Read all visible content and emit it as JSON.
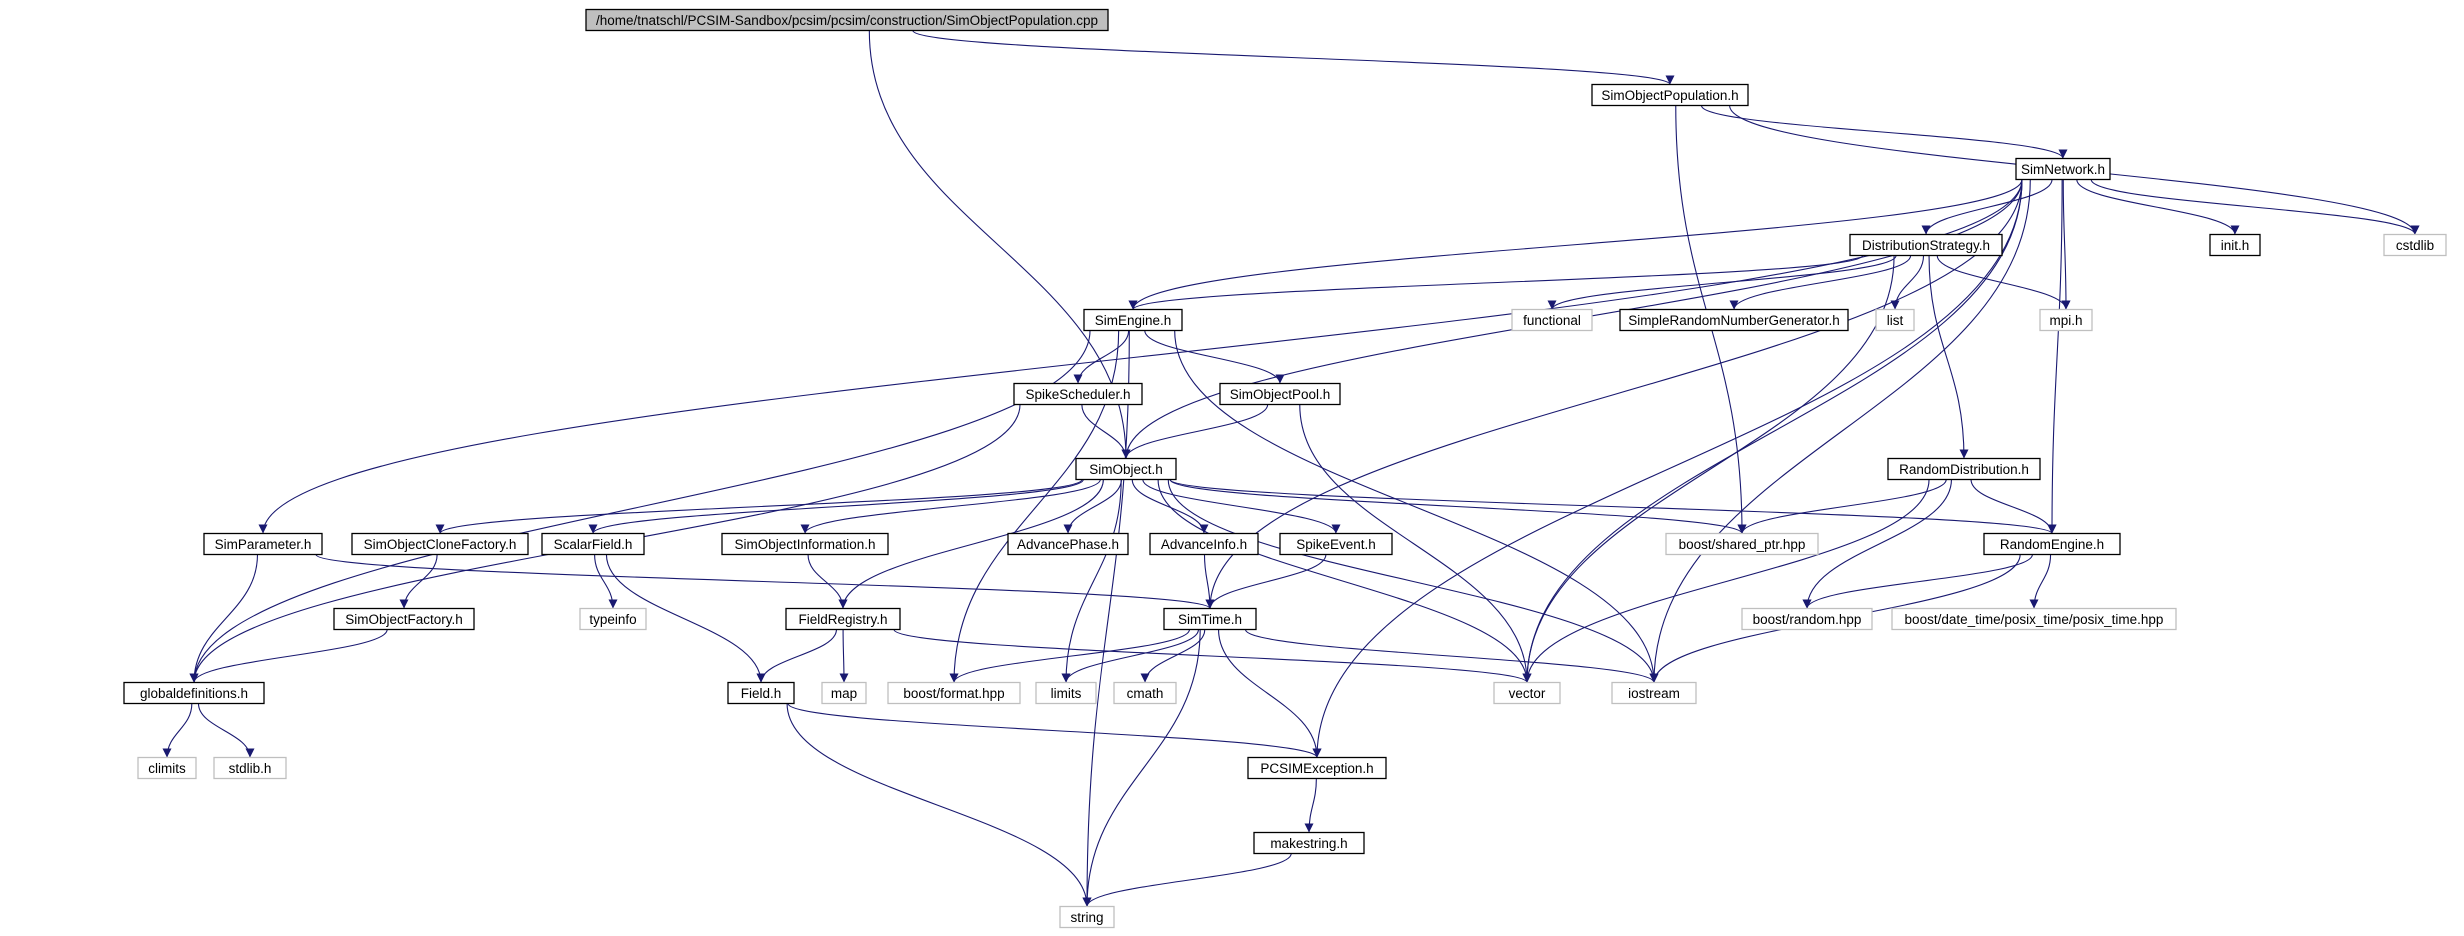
{
  "graph": {
    "colors": {
      "edge": "#191970",
      "root_fill": "#bfbfbf",
      "project_border": "#000000",
      "system_border": "#bfbfbf"
    },
    "nodes": [
      {
        "id": "root",
        "label": "/home/tnatschl/PCSIM-Sandbox/pcsim/pcsim/construction/SimObjectPopulation.cpp",
        "kind": "root"
      },
      {
        "id": "SimObjectPopulation_h",
        "label": "SimObjectPopulation.h",
        "kind": "project"
      },
      {
        "id": "SimNetwork_h",
        "label": "SimNetwork.h",
        "kind": "project"
      },
      {
        "id": "cstdlib",
        "label": "cstdlib",
        "kind": "system"
      },
      {
        "id": "init_h",
        "label": "init.h",
        "kind": "project"
      },
      {
        "id": "DistributionStrategy_h",
        "label": "DistributionStrategy.h",
        "kind": "project"
      },
      {
        "id": "SimEngine_h",
        "label": "SimEngine.h",
        "kind": "project"
      },
      {
        "id": "functional",
        "label": "functional",
        "kind": "system"
      },
      {
        "id": "SimpleRandomNumberGenerator_h",
        "label": "SimpleRandomNumberGenerator.h",
        "kind": "project"
      },
      {
        "id": "list",
        "label": "list",
        "kind": "system"
      },
      {
        "id": "mpi_h",
        "label": "mpi.h",
        "kind": "system"
      },
      {
        "id": "SpikeScheduler_h",
        "label": "SpikeScheduler.h",
        "kind": "project"
      },
      {
        "id": "SimObjectPool_h",
        "label": "SimObjectPool.h",
        "kind": "project"
      },
      {
        "id": "SimObject_h",
        "label": "SimObject.h",
        "kind": "project"
      },
      {
        "id": "RandomDistribution_h",
        "label": "RandomDistribution.h",
        "kind": "project"
      },
      {
        "id": "SimParameter_h",
        "label": "SimParameter.h",
        "kind": "project"
      },
      {
        "id": "SimObjectCloneFactory_h",
        "label": "SimObjectCloneFactory.h",
        "kind": "project"
      },
      {
        "id": "ScalarField_h",
        "label": "ScalarField.h",
        "kind": "project"
      },
      {
        "id": "SimObjectInformation_h",
        "label": "SimObjectInformation.h",
        "kind": "project"
      },
      {
        "id": "AdvancePhase_h",
        "label": "AdvancePhase.h",
        "kind": "project"
      },
      {
        "id": "AdvanceInfo_h",
        "label": "AdvanceInfo.h",
        "kind": "project"
      },
      {
        "id": "SpikeEvent_h",
        "label": "SpikeEvent.h",
        "kind": "project"
      },
      {
        "id": "boost_shared_ptr_hpp",
        "label": "boost/shared_ptr.hpp",
        "kind": "system"
      },
      {
        "id": "RandomEngine_h",
        "label": "RandomEngine.h",
        "kind": "project"
      },
      {
        "id": "SimObjectFactory_h",
        "label": "SimObjectFactory.h",
        "kind": "project"
      },
      {
        "id": "typeinfo",
        "label": "typeinfo",
        "kind": "system"
      },
      {
        "id": "FieldRegistry_h",
        "label": "FieldRegistry.h",
        "kind": "project"
      },
      {
        "id": "SimTime_h",
        "label": "SimTime.h",
        "kind": "project"
      },
      {
        "id": "boost_random_hpp",
        "label": "boost/random.hpp",
        "kind": "system"
      },
      {
        "id": "boost_posix_time_hpp",
        "label": "boost/date_time/posix_time/posix_time.hpp",
        "kind": "system"
      },
      {
        "id": "globaldefinitions_h",
        "label": "globaldefinitions.h",
        "kind": "project"
      },
      {
        "id": "Field_h",
        "label": "Field.h",
        "kind": "project"
      },
      {
        "id": "map",
        "label": "map",
        "kind": "system"
      },
      {
        "id": "boost_format_hpp",
        "label": "boost/format.hpp",
        "kind": "system"
      },
      {
        "id": "limits",
        "label": "limits",
        "kind": "system"
      },
      {
        "id": "cmath",
        "label": "cmath",
        "kind": "system"
      },
      {
        "id": "vector",
        "label": "vector",
        "kind": "system"
      },
      {
        "id": "iostream",
        "label": "iostream",
        "kind": "system"
      },
      {
        "id": "climits",
        "label": "climits",
        "kind": "system"
      },
      {
        "id": "stdlib_h",
        "label": "stdlib.h",
        "kind": "system"
      },
      {
        "id": "PCSIMException_h",
        "label": "PCSIMException.h",
        "kind": "project"
      },
      {
        "id": "makestring_h",
        "label": "makestring.h",
        "kind": "project"
      },
      {
        "id": "string",
        "label": "string",
        "kind": "system"
      }
    ],
    "edges": [
      [
        "root",
        "SimObjectPopulation_h"
      ],
      [
        "root",
        "SimObject_h"
      ],
      [
        "SimObjectPopulation_h",
        "SimNetwork_h"
      ],
      [
        "SimObjectPopulation_h",
        "cstdlib"
      ],
      [
        "SimObjectPopulation_h",
        "boost_shared_ptr_hpp"
      ],
      [
        "SimNetwork_h",
        "cstdlib"
      ],
      [
        "SimNetwork_h",
        "init_h"
      ],
      [
        "SimNetwork_h",
        "DistributionStrategy_h"
      ],
      [
        "SimNetwork_h",
        "SimEngine_h"
      ],
      [
        "SimNetwork_h",
        "mpi_h"
      ],
      [
        "SimNetwork_h",
        "SimObject_h"
      ],
      [
        "SimNetwork_h",
        "SimParameter_h"
      ],
      [
        "SimNetwork_h",
        "SimTime_h"
      ],
      [
        "SimNetwork_h",
        "RandomEngine_h"
      ],
      [
        "SimNetwork_h",
        "vector"
      ],
      [
        "SimNetwork_h",
        "iostream"
      ],
      [
        "SimNetwork_h",
        "PCSIMException_h"
      ],
      [
        "DistributionStrategy_h",
        "SimEngine_h"
      ],
      [
        "DistributionStrategy_h",
        "functional"
      ],
      [
        "DistributionStrategy_h",
        "SimpleRandomNumberGenerator_h"
      ],
      [
        "DistributionStrategy_h",
        "list"
      ],
      [
        "DistributionStrategy_h",
        "mpi_h"
      ],
      [
        "DistributionStrategy_h",
        "RandomDistribution_h"
      ],
      [
        "DistributionStrategy_h",
        "vector"
      ],
      [
        "SimEngine_h",
        "SpikeScheduler_h"
      ],
      [
        "SimEngine_h",
        "SimObjectPool_h"
      ],
      [
        "SimEngine_h",
        "globaldefinitions_h"
      ],
      [
        "SimEngine_h",
        "boost_format_hpp"
      ],
      [
        "SimEngine_h",
        "iostream"
      ],
      [
        "SimEngine_h",
        "string"
      ],
      [
        "SpikeScheduler_h",
        "SimObject_h"
      ],
      [
        "SpikeScheduler_h",
        "globaldefinitions_h"
      ],
      [
        "SimObjectPool_h",
        "SimObject_h"
      ],
      [
        "SimObjectPool_h",
        "vector"
      ],
      [
        "SimObject_h",
        "SimObjectCloneFactory_h"
      ],
      [
        "SimObject_h",
        "ScalarField_h"
      ],
      [
        "SimObject_h",
        "SimObjectInformation_h"
      ],
      [
        "SimObject_h",
        "AdvancePhase_h"
      ],
      [
        "SimObject_h",
        "AdvanceInfo_h"
      ],
      [
        "SimObject_h",
        "SpikeEvent_h"
      ],
      [
        "SimObject_h",
        "boost_shared_ptr_hpp"
      ],
      [
        "SimObject_h",
        "RandomEngine_h"
      ],
      [
        "SimObject_h",
        "FieldRegistry_h"
      ],
      [
        "SimObject_h",
        "limits"
      ],
      [
        "SimObject_h",
        "vector"
      ],
      [
        "SimObject_h",
        "iostream"
      ],
      [
        "RandomDistribution_h",
        "boost_shared_ptr_hpp"
      ],
      [
        "RandomDistribution_h",
        "RandomEngine_h"
      ],
      [
        "RandomDistribution_h",
        "boost_random_hpp"
      ],
      [
        "RandomDistribution_h",
        "vector"
      ],
      [
        "SimParameter_h",
        "globaldefinitions_h"
      ],
      [
        "SimParameter_h",
        "SimTime_h"
      ],
      [
        "SimObjectCloneFactory_h",
        "SimObjectFactory_h"
      ],
      [
        "SimObjectFactory_h",
        "globaldefinitions_h"
      ],
      [
        "ScalarField_h",
        "typeinfo"
      ],
      [
        "ScalarField_h",
        "Field_h"
      ],
      [
        "SimObjectInformation_h",
        "FieldRegistry_h"
      ],
      [
        "AdvanceInfo_h",
        "SimTime_h"
      ],
      [
        "SpikeEvent_h",
        "SimTime_h"
      ],
      [
        "RandomEngine_h",
        "boost_random_hpp"
      ],
      [
        "RandomEngine_h",
        "boost_posix_time_hpp"
      ],
      [
        "RandomEngine_h",
        "iostream"
      ],
      [
        "FieldRegistry_h",
        "Field_h"
      ],
      [
        "FieldRegistry_h",
        "map"
      ],
      [
        "FieldRegistry_h",
        "vector"
      ],
      [
        "SimTime_h",
        "boost_format_hpp"
      ],
      [
        "SimTime_h",
        "limits"
      ],
      [
        "SimTime_h",
        "cmath"
      ],
      [
        "SimTime_h",
        "iostream"
      ],
      [
        "SimTime_h",
        "PCSIMException_h"
      ],
      [
        "SimTime_h",
        "string"
      ],
      [
        "globaldefinitions_h",
        "climits"
      ],
      [
        "globaldefinitions_h",
        "stdlib_h"
      ],
      [
        "Field_h",
        "PCSIMException_h"
      ],
      [
        "Field_h",
        "string"
      ],
      [
        "PCSIMException_h",
        "makestring_h"
      ],
      [
        "makestring_h",
        "string"
      ]
    ]
  }
}
